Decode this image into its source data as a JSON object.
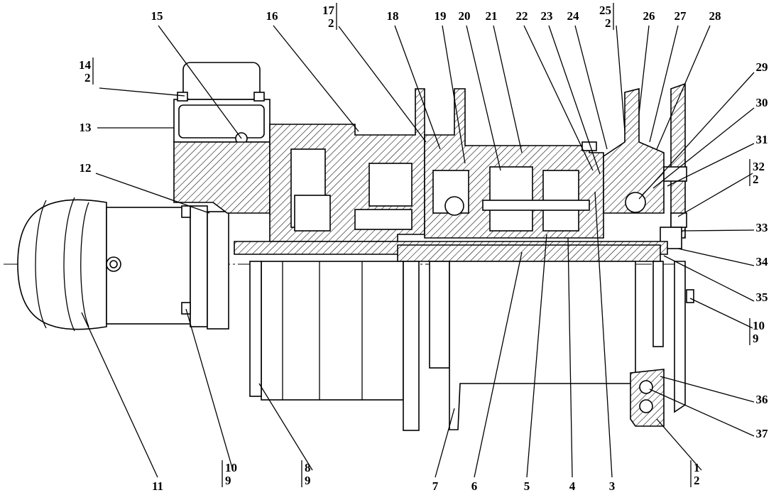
{
  "drawing": {
    "line_color": "#000000",
    "background": "#ffffff",
    "callouts": [
      {
        "id": "15",
        "top": "15"
      },
      {
        "id": "16",
        "top": "16"
      },
      {
        "id": "17",
        "top": "17",
        "bottom": "2"
      },
      {
        "id": "18",
        "top": "18"
      },
      {
        "id": "19",
        "top": "19"
      },
      {
        "id": "20",
        "top": "20"
      },
      {
        "id": "21",
        "top": "21"
      },
      {
        "id": "22",
        "top": "22"
      },
      {
        "id": "23",
        "top": "23"
      },
      {
        "id": "24",
        "top": "24"
      },
      {
        "id": "25",
        "top": "25",
        "bottom": "2"
      },
      {
        "id": "26",
        "top": "26"
      },
      {
        "id": "27",
        "top": "27"
      },
      {
        "id": "28",
        "top": "28"
      },
      {
        "id": "29",
        "top": "29"
      },
      {
        "id": "30",
        "top": "30"
      },
      {
        "id": "31",
        "top": "31"
      },
      {
        "id": "32",
        "top": "32",
        "bottom": "2"
      },
      {
        "id": "33",
        "top": "33"
      },
      {
        "id": "34",
        "top": "34"
      },
      {
        "id": "35",
        "top": "35"
      },
      {
        "id": "10r",
        "top": "10",
        "bottom": "9"
      },
      {
        "id": "36",
        "top": "36"
      },
      {
        "id": "37",
        "top": "37"
      },
      {
        "id": "1",
        "top": "1",
        "bottom": "2"
      },
      {
        "id": "3",
        "top": "3"
      },
      {
        "id": "4",
        "top": "4"
      },
      {
        "id": "5",
        "top": "5"
      },
      {
        "id": "6",
        "top": "6"
      },
      {
        "id": "7",
        "top": "7"
      },
      {
        "id": "8",
        "top": "8",
        "bottom": "9"
      },
      {
        "id": "10b",
        "top": "10",
        "bottom": "9"
      },
      {
        "id": "11",
        "top": "11"
      },
      {
        "id": "12",
        "top": "12"
      },
      {
        "id": "13",
        "top": "13"
      },
      {
        "id": "14",
        "top": "14",
        "bottom": "2"
      }
    ]
  }
}
